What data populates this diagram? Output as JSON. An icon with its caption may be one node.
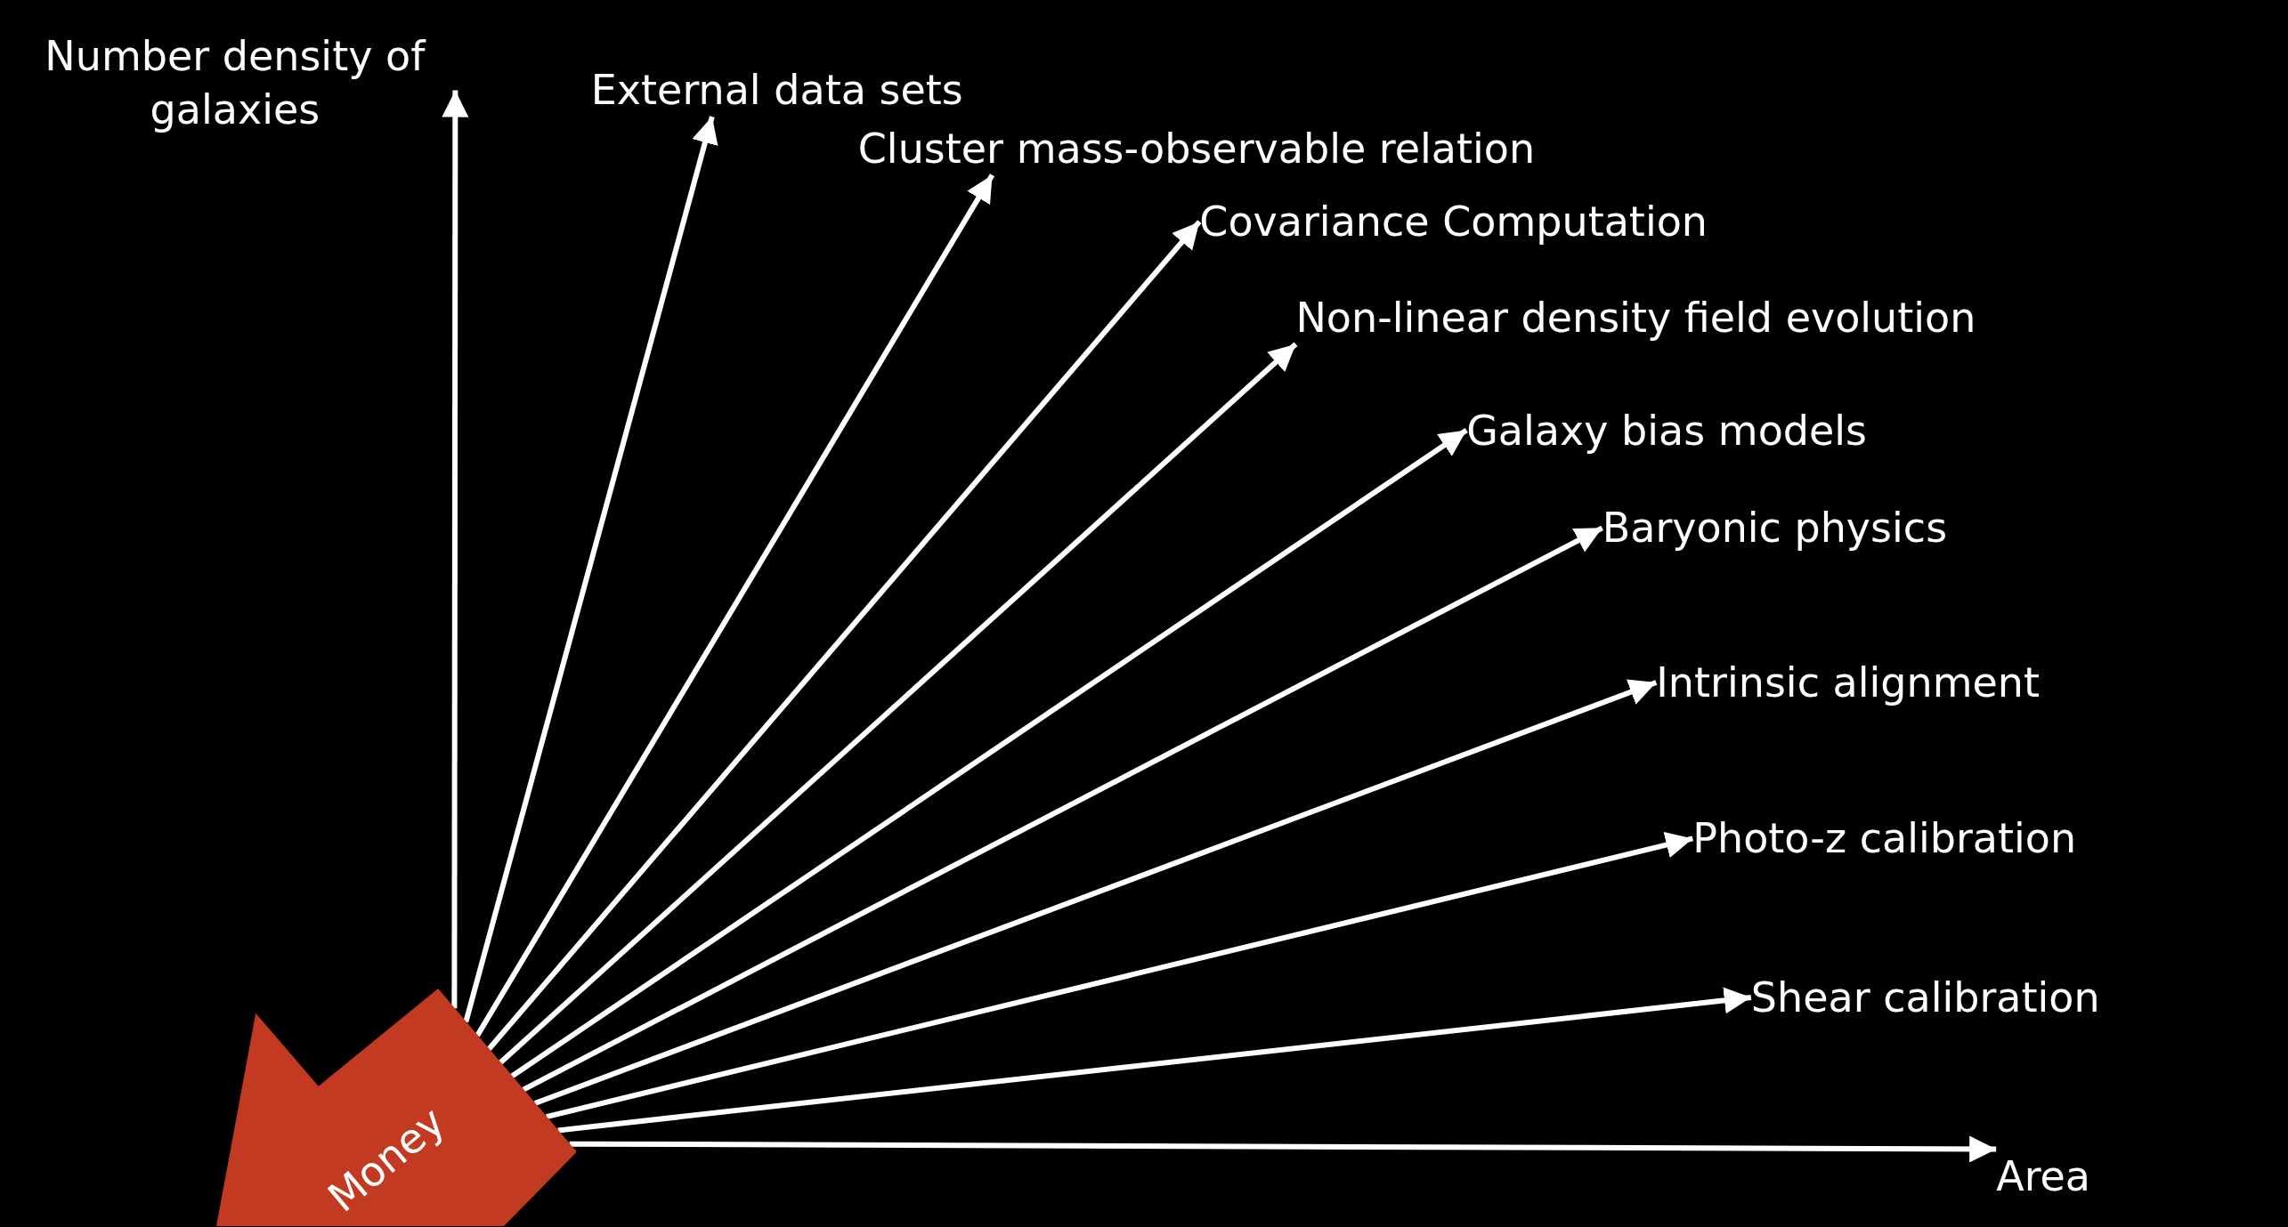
{
  "diagram": {
    "nodes": [
      {
        "text": [
          "Money"
        ]
      },
      {
        "text": [
          "Number density of galaxies"
        ]
      },
      {
        "text": [
          "External data sets"
        ]
      },
      {
        "text": [
          "Cluster mass-observable relation"
        ]
      },
      {
        "text": [
          "Covariance Computation"
        ]
      },
      {
        "text": [
          "Non-linear density field evolution"
        ]
      },
      {
        "text": [
          "Galaxy bias models"
        ]
      },
      {
        "text": [
          "Baryonic physics"
        ]
      },
      {
        "text": [
          "Intrinsic alignment"
        ]
      },
      {
        "text": [
          "Photo-z calibration"
        ]
      },
      {
        "text": [
          "Shear calibration"
        ]
      },
      {
        "text": [
          "Area"
        ]
      }
    ],
    "edges": [
      {
        "from": 0,
        "to": 1,
        "arrow": "to"
      },
      {
        "from": 0,
        "to": 2,
        "arrow": "to"
      },
      {
        "from": 0,
        "to": 3,
        "arrow": "to"
      },
      {
        "from": 0,
        "to": 4,
        "arrow": "to"
      },
      {
        "from": 0,
        "to": 5,
        "arrow": "to"
      },
      {
        "from": 0,
        "to": 6,
        "arrow": "to"
      },
      {
        "from": 0,
        "to": 7,
        "arrow": "to"
      },
      {
        "from": 0,
        "to": 8,
        "arrow": "to"
      },
      {
        "from": 0,
        "to": 9,
        "arrow": "to"
      },
      {
        "from": 0,
        "to": 10,
        "arrow": "to"
      },
      {
        "from": 0,
        "to": 11,
        "arrow": "to"
      }
    ]
  }
}
